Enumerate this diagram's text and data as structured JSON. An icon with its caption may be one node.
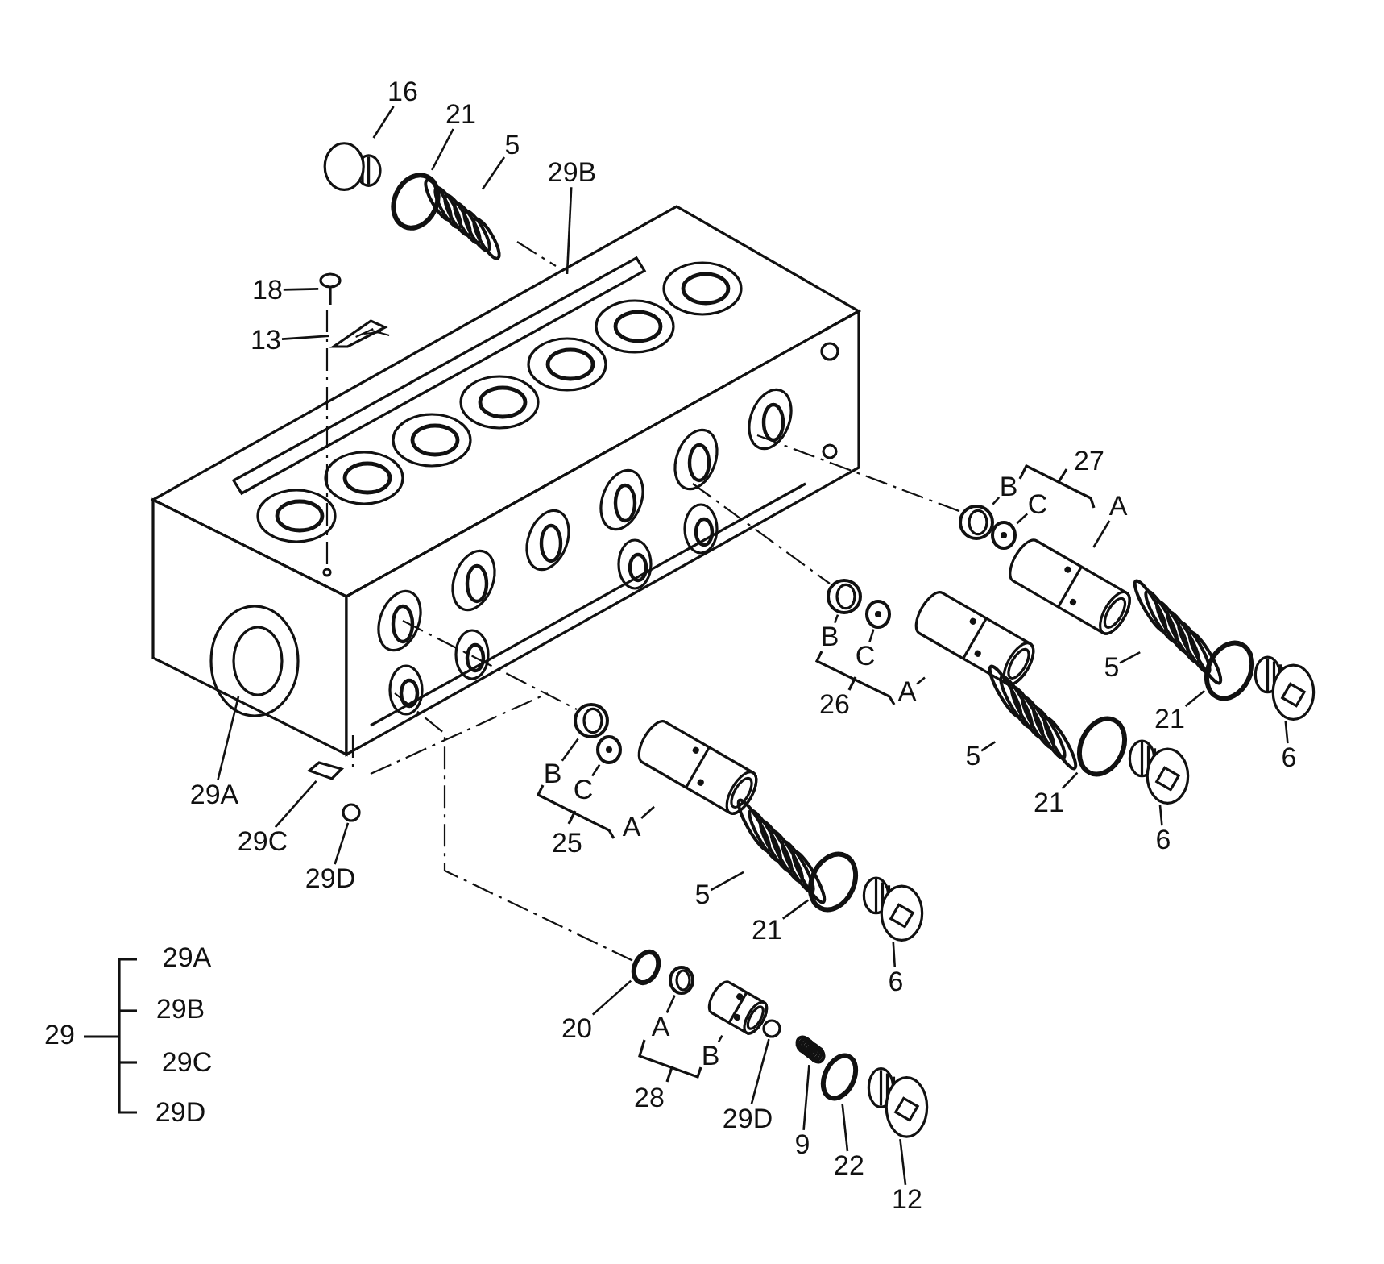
{
  "diagram": {
    "nodes": [
      {
        "text": [
          "16"
        ]
      },
      {
        "text": [],
        "shape": "picture"
      },
      {
        "text": [
          "21"
        ]
      },
      {
        "text": [],
        "shape": "circle"
      },
      {
        "text": [
          "5"
        ]
      },
      {
        "text": [],
        "shape": "picture"
      },
      {
        "text": [
          "29B"
        ]
      },
      {
        "text": [
          "18"
        ]
      },
      {
        "text": [],
        "shape": "picture"
      },
      {
        "text": [
          "13"
        ]
      },
      {
        "text": [],
        "shape": "picture"
      },
      {
        "text": [
          "B"
        ]
      },
      {
        "text": [],
        "shape": "picture"
      },
      {
        "text": [
          "C"
        ]
      },
      {
        "text": [],
        "shape": "picture"
      },
      {
        "text": [
          "A"
        ]
      },
      {
        "text": [],
        "shape": "picture"
      },
      {
        "text": [
          "B"
        ]
      },
      {
        "text": [],
        "shape": "picture"
      },
      {
        "text": [
          "C"
        ]
      },
      {
        "text": [],
        "shape": "picture"
      },
      {
        "text": [
          "A"
        ]
      },
      {
        "text": [],
        "shape": "picture"
      },
      {
        "text": [
          "5"
        ]
      },
      {
        "text": [],
        "shape": "picture"
      },
      {
        "text": [
          "21"
        ]
      },
      {
        "text": [],
        "shape": "circle"
      },
      {
        "text": [
          "6"
        ]
      },
      {
        "text": [],
        "shape": "picture"
      },
      {
        "text": [
          "5"
        ]
      },
      {
        "text": [],
        "shape": "picture"
      },
      {
        "text": [
          "21"
        ]
      },
      {
        "text": [],
        "shape": "circle"
      },
      {
        "text": [
          "6"
        ]
      },
      {
        "text": [],
        "shape": "picture"
      },
      {
        "text": [
          "B"
        ]
      },
      {
        "text": [],
        "shape": "picture"
      },
      {
        "text": [
          "C"
        ]
      },
      {
        "text": [],
        "shape": "picture"
      },
      {
        "text": [
          "A"
        ]
      },
      {
        "text": [],
        "shape": "picture"
      },
      {
        "text": [
          "29A"
        ]
      },
      {
        "text": [
          "29C"
        ]
      },
      {
        "text": [],
        "shape": "picture"
      },
      {
        "text": [
          "29D"
        ]
      },
      {
        "text": [],
        "shape": "circle"
      },
      {
        "text": [
          "5"
        ]
      },
      {
        "text": [],
        "shape": "picture"
      },
      {
        "text": [
          "21"
        ]
      },
      {
        "text": [],
        "shape": "circle"
      },
      {
        "text": [
          "6"
        ]
      },
      {
        "text": [],
        "shape": "picture"
      },
      {
        "text": [
          "20"
        ]
      },
      {
        "text": [],
        "shape": "circle"
      },
      {
        "text": [
          "A"
        ]
      },
      {
        "text": [],
        "shape": "picture"
      },
      {
        "text": [
          "B"
        ]
      },
      {
        "text": [],
        "shape": "picture"
      },
      {
        "text": [
          "29D"
        ]
      },
      {
        "text": [],
        "shape": "circle"
      },
      {
        "text": [
          "9"
        ]
      },
      {
        "text": [],
        "shape": "picture"
      },
      {
        "text": [
          "22"
        ]
      },
      {
        "text": [],
        "shape": "circle"
      },
      {
        "text": [
          "12"
        ]
      },
      {
        "text": [],
        "shape": "picture"
      }
    ],
    "edges": [
      {
        "from": 0,
        "to": 1,
        "arrow": "none"
      },
      {
        "from": 2,
        "to": 3,
        "arrow": "none"
      },
      {
        "from": 4,
        "to": 5,
        "arrow": "none"
      },
      {
        "from": 6,
        "to": null,
        "arrow": "none"
      },
      {
        "from": 7,
        "to": 8,
        "arrow": "none"
      },
      {
        "from": 9,
        "to": 10,
        "arrow": "none"
      },
      {
        "from": 11,
        "to": 12,
        "arrow": "none"
      },
      {
        "from": 13,
        "to": 14,
        "arrow": "none"
      },
      {
        "from": 15,
        "to": 16,
        "arrow": "none"
      },
      {
        "from": 17,
        "to": 18,
        "arrow": "none"
      },
      {
        "from": 19,
        "to": 20,
        "arrow": "none"
      },
      {
        "from": 21,
        "to": 22,
        "arrow": "none"
      },
      {
        "from": 23,
        "to": 24,
        "arrow": "none"
      },
      {
        "from": 25,
        "to": 26,
        "arrow": "none"
      },
      {
        "from": 27,
        "to": 28,
        "arrow": "none"
      },
      {
        "from": 29,
        "to": 30,
        "arrow": "none"
      },
      {
        "from": 31,
        "to": 32,
        "arrow": "none"
      },
      {
        "from": 33,
        "to": 34,
        "arrow": "none"
      },
      {
        "from": 35,
        "to": 36,
        "arrow": "none"
      },
      {
        "from": 37,
        "to": 38,
        "arrow": "none"
      },
      {
        "from": 39,
        "to": 40,
        "arrow": "none"
      },
      {
        "from": 41,
        "to": null,
        "arrow": "none"
      },
      {
        "from": 42,
        "to": 43,
        "arrow": "none"
      },
      {
        "from": 44,
        "to": 45,
        "arrow": "none"
      },
      {
        "from": 46,
        "to": 47,
        "arrow": "none"
      },
      {
        "from": 48,
        "to": 49,
        "arrow": "none"
      },
      {
        "from": 50,
        "to": 51,
        "arrow": "none"
      },
      {
        "from": 52,
        "to": 53,
        "arrow": "none"
      },
      {
        "from": 54,
        "to": 55,
        "arrow": "none"
      },
      {
        "from": 56,
        "to": 57,
        "arrow": "none"
      },
      {
        "from": 58,
        "to": 59,
        "arrow": "none"
      },
      {
        "from": 60,
        "to": 61,
        "arrow": "none"
      },
      {
        "from": 62,
        "to": 63,
        "arrow": "none"
      },
      {
        "from": 64,
        "to": 65,
        "arrow": "none"
      }
    ],
    "labels": [
      "27",
      "26",
      "25",
      "28",
      "29A",
      "29B",
      "29",
      "29C",
      "29D"
    ]
  }
}
